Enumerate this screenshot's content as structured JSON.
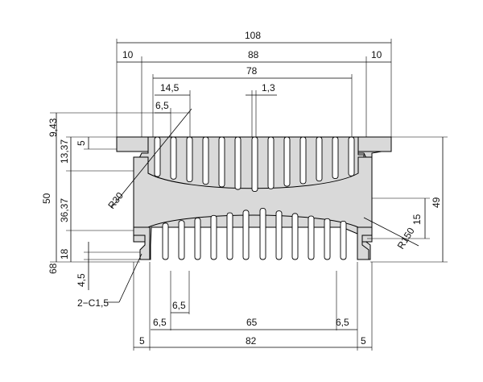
{
  "drawing": {
    "labels": {
      "overall_width": "108",
      "flange_left": "10",
      "inner_width": "88",
      "flange_right": "10",
      "fin_span": "78",
      "pitch": "14,5",
      "fin_gap": "6,5",
      "fin_thickness": "1,3",
      "top_offset": "9,43",
      "top_step": "5",
      "upper_fin": "13,37",
      "height_50": "50",
      "lower_fin": "36,37",
      "total_height": "68",
      "bottom_18": "18",
      "bottom_4_5": "4,5",
      "chamfer": "2−C1,5",
      "radius_30": "R30",
      "radius_150": "R150",
      "right_15": "15",
      "right_49": "49",
      "bottom_gap": "6,5",
      "bottom_left_gap": "6,5",
      "bottom_65": "65",
      "bottom_right_gap": "6,5",
      "bottom_5_left": "5",
      "bottom_82": "82",
      "bottom_5_right": "5"
    }
  }
}
